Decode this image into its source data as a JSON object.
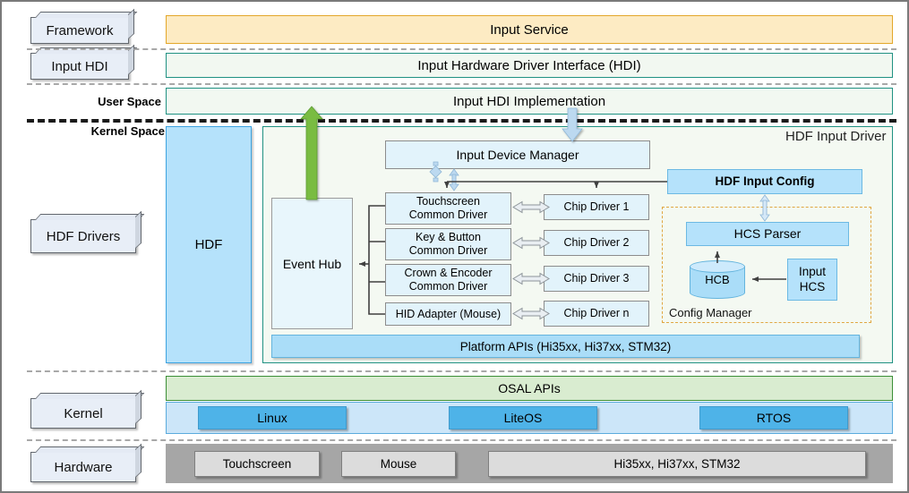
{
  "layers": {
    "framework": {
      "label": "Framework"
    },
    "input_hdi": {
      "label": "Input HDI"
    },
    "hdf_drivers": {
      "label": "HDF Drivers"
    },
    "kernel": {
      "label": "Kernel"
    },
    "hardware": {
      "label": "Hardware"
    }
  },
  "space_labels": {
    "user_space": "User Space",
    "kernel_space": "Kernel Space"
  },
  "bars": {
    "input_service": "Input Service",
    "input_hdi_interface": "Input Hardware Driver Interface (HDI)",
    "input_hdi_impl": "Input HDI Implementation"
  },
  "kernel_space": {
    "hdf_column": "HDF",
    "panel_title": "HDF Input Driver",
    "event_hub": "Event Hub",
    "input_device_manager": "Input Device Manager",
    "hdf_input_config": "HDF Input Config",
    "common_drivers": [
      "Touchscreen\nCommon Driver",
      "Key & Button\nCommon Driver",
      "Crown & Encoder\nCommon Driver",
      "HID Adapter (Mouse)"
    ],
    "chip_drivers": [
      "Chip Driver 1",
      "Chip Driver 2",
      "Chip Driver 3",
      "Chip Driver n"
    ],
    "config_manager": {
      "label": "Config Manager",
      "hcs_parser": "HCS Parser",
      "hcb": "HCB",
      "input_hcs": "Input\nHCS"
    },
    "platform_apis": "Platform APIs (Hi35xx, Hi37xx, STM32)"
  },
  "kernel_row": {
    "osal_apis": "OSAL APIs",
    "os_list": [
      "Linux",
      "LiteOS",
      "RTOS"
    ]
  },
  "hardware_row": {
    "devices": [
      "Touchscreen",
      "Mouse",
      "Hi35xx, Hi37xx, STM32"
    ]
  },
  "colors": {
    "service_fill": "#fdebc3",
    "service_border": "#e3a72a",
    "hdi_fill": "#f2f8f1",
    "hdi_border": "#1f9182",
    "hdf_blue": "#b5e2fb",
    "node_light": "#e2f3fb",
    "osal_green": "#d9ecd0",
    "osal_border": "#3b8f37",
    "kernel_chip": "#4eb3e8",
    "hardware_strip": "#a6a6a6",
    "config_dashed": "#e0a640",
    "green_arrow": "#79bc43",
    "blue_arrow": "#b8d9f2"
  }
}
